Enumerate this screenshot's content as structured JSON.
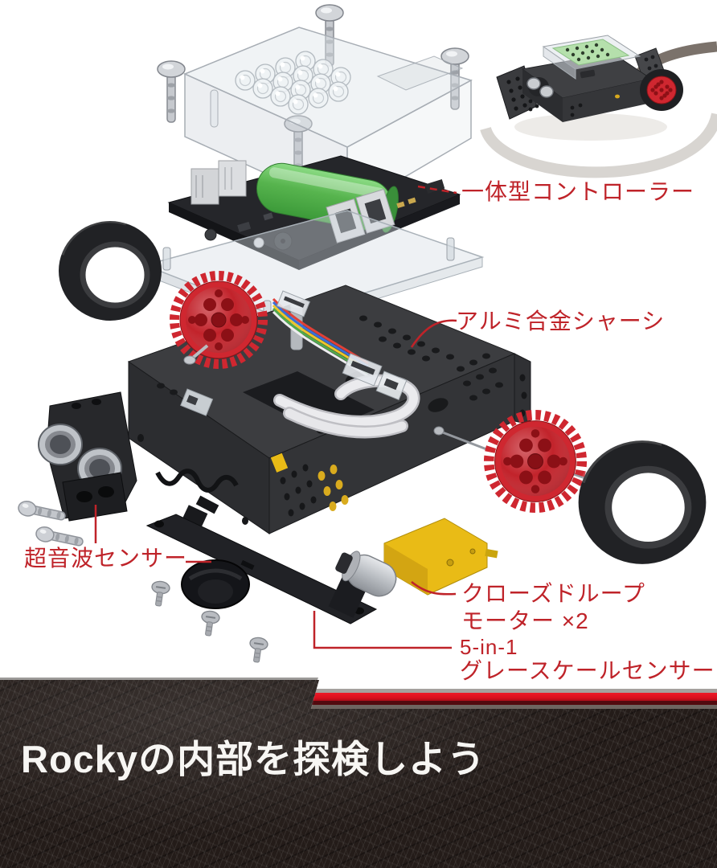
{
  "annotations": {
    "controller": "一体型コントローラー",
    "chassis": "アルミ合金シャーシ",
    "ultrasonic": "超音波センサー",
    "motor_line1": "クローズドループ",
    "motor_line2": "モーター ×2",
    "grayscale_line1": "5-in-1",
    "grayscale_line2": "グレースケールセンサー"
  },
  "banner": {
    "title": "Rockyの内部を探検しよう"
  },
  "colors": {
    "label_red": "#bf2329",
    "banner_red": "#d8101e",
    "banner_bg": "#241c19",
    "gear_red": "#cf2730",
    "battery_green": "#52b44a",
    "motor_yellow": "#e9bb16",
    "banner_title_white": "#f7f6f3"
  }
}
